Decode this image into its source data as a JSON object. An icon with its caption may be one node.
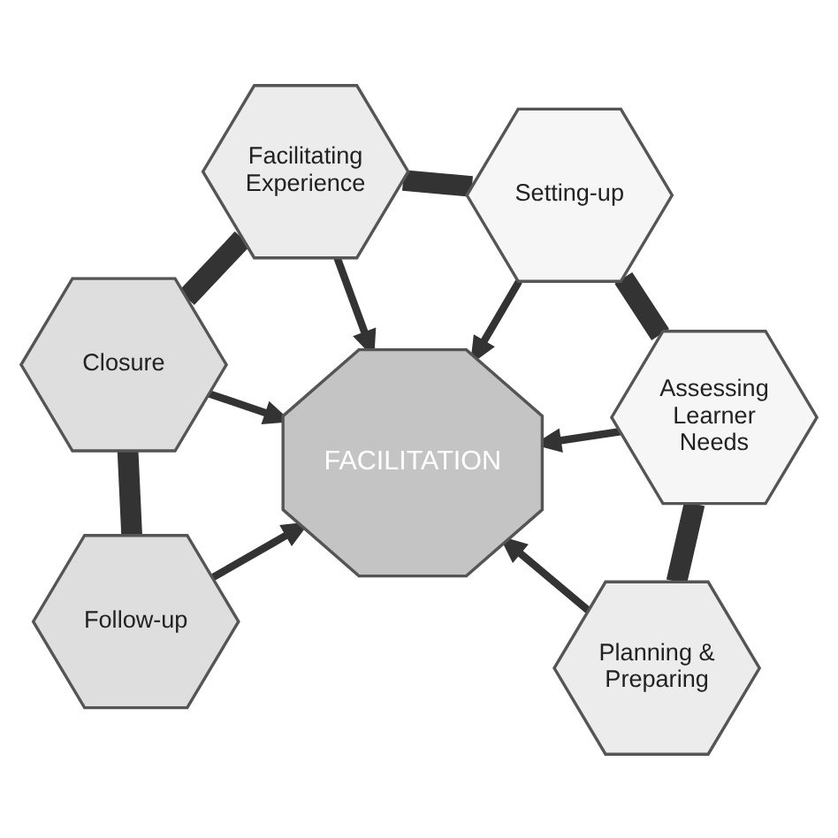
{
  "diagram": {
    "nodes": [
      {
        "text": [
          "FACILITATION"
        ]
      },
      {
        "text": [
          "Planning & Preparing"
        ]
      },
      {
        "text": [
          "Assessing Learner Needs"
        ]
      },
      {
        "text": [
          "Setting-up"
        ]
      },
      {
        "text": [
          "Facilitating Experience"
        ]
      },
      {
        "text": [
          "Closure"
        ]
      },
      {
        "text": [
          "Follow-up"
        ]
      }
    ],
    "edges": [
      {
        "from": 1,
        "to": 0,
        "arrow": "to"
      },
      {
        "from": 2,
        "to": 0,
        "arrow": "to"
      },
      {
        "from": 3,
        "to": 0,
        "arrow": "to"
      },
      {
        "from": 4,
        "to": 0,
        "arrow": "to"
      },
      {
        "from": 5,
        "to": 0,
        "arrow": "to"
      },
      {
        "from": 6,
        "to": 0,
        "arrow": "to"
      },
      {
        "from": 1,
        "to": 2,
        "arrow": "none",
        "style": "thick"
      },
      {
        "from": 2,
        "to": 3,
        "arrow": "none",
        "style": "thick"
      },
      {
        "from": 3,
        "to": 4,
        "arrow": "none",
        "style": "thick"
      },
      {
        "from": 4,
        "to": 5,
        "arrow": "none",
        "style": "thick"
      },
      {
        "from": 5,
        "to": 6,
        "arrow": "none",
        "style": "thick"
      }
    ]
  }
}
